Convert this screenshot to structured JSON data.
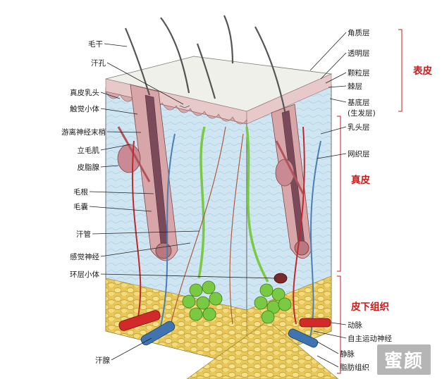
{
  "diagram": {
    "left_labels": [
      "毛干",
      "汗孔",
      "真皮乳头",
      "触觉小体",
      "游离神经末梢",
      "立毛肌",
      "皮脂腺",
      "毛根",
      "毛囊",
      "汗管",
      "感觉神经",
      "环层小体",
      "汗腺"
    ],
    "right_labels": [
      "角质层",
      "透明层",
      "颗粒层",
      "棘层",
      "基底层",
      "(生发层)",
      "乳头层",
      "网织层",
      "动脉",
      "自主运动神经",
      "静脉",
      "脂肪组织"
    ],
    "groups": {
      "epidermis": "表皮",
      "dermis": "真皮",
      "subcutis": "皮下组织"
    }
  },
  "watermark": "蜜颜"
}
